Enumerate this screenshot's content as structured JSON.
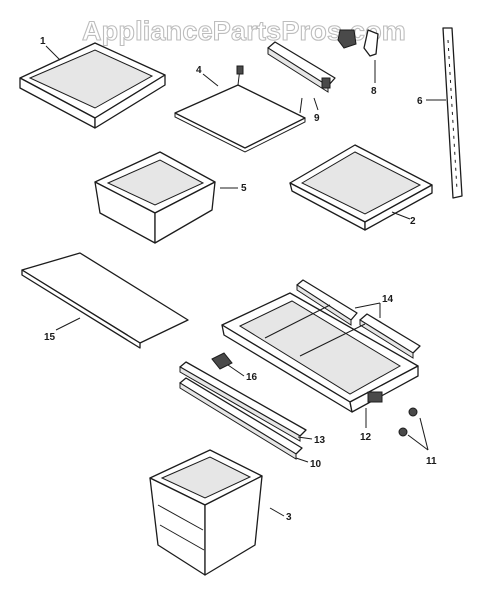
{
  "watermark": "AppliancePartsPros.com",
  "callouts": [
    {
      "id": "c1",
      "text": "1"
    },
    {
      "id": "c2",
      "text": "2"
    },
    {
      "id": "c3",
      "text": "3"
    },
    {
      "id": "c4",
      "text": "4"
    },
    {
      "id": "c5",
      "text": "5"
    },
    {
      "id": "c6",
      "text": "6"
    },
    {
      "id": "c8",
      "text": "8"
    },
    {
      "id": "c9",
      "text": "9"
    },
    {
      "id": "c10",
      "text": "10"
    },
    {
      "id": "c11",
      "text": "11"
    },
    {
      "id": "c12",
      "text": "12"
    },
    {
      "id": "c13",
      "text": "13"
    },
    {
      "id": "c14",
      "text": "14"
    },
    {
      "id": "c15",
      "text": "15"
    },
    {
      "id": "c16",
      "text": "16"
    }
  ]
}
